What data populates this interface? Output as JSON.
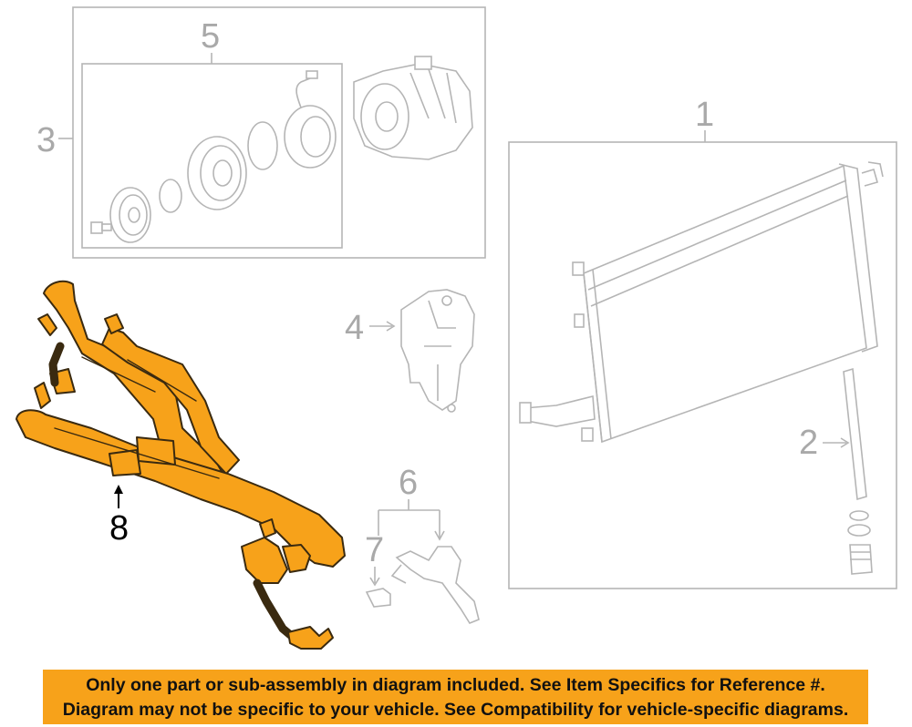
{
  "callouts": {
    "c1": "1",
    "c2": "2",
    "c3": "3",
    "c4": "4",
    "c5": "5",
    "c6": "6",
    "c7": "7",
    "c8": "8"
  },
  "notice": {
    "line1": "Only one part or sub-assembly in diagram included. See Item Specifics for Reference #.",
    "line2": "Diagram may not be specific to your vehicle. See Compatibility for vehicle-specific diagrams."
  },
  "colors": {
    "highlight": "#f7a21a",
    "linework": "#b5b5b5",
    "callout_text": "#a9a9a9"
  }
}
